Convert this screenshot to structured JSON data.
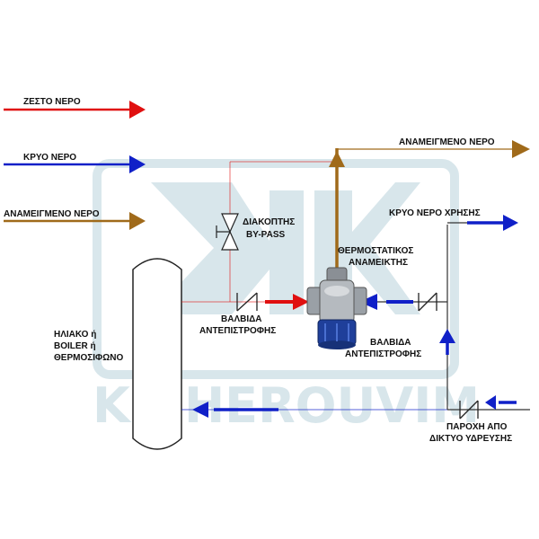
{
  "colors": {
    "hot": "#e01010",
    "cold": "#1020c8",
    "mixed": "#a06a1a",
    "pipe": "#333333",
    "watermark": "#b9d3dc"
  },
  "watermark": {
    "brand": "K.CHEROUVIM"
  },
  "legend": {
    "hot": "ΖΕΣΤΟ ΝΕΡΟ",
    "cold": "ΚΡΥΟ ΝΕΡΟ",
    "mixed": "ΑΝΑΜΕΙΓΜΕΝΟ ΝΕΡΟ"
  },
  "labels": {
    "mixed_out": "ΑΝΑΜΕΙΓΜΕΝΟ ΝΕΡΟ",
    "cold_use": "ΚΡΥΟ ΝΕΡΟ ΧΡΗΣΗΣ",
    "bypass_line1": "ΔΙΑΚΟΠΤΗΣ",
    "bypass_line2": "BY-PASS",
    "thermo_line1": "ΘΕΡΜΟΣΤΑΤΙΚΟΣ",
    "thermo_line2": "ΑΝΑΜΕΙΚΤΗΣ",
    "check_left_line1": "ΒΑΛΒΙΔΑ",
    "check_left_line2": "ΑΝΤΕΠΙΣΤΡΟΦΗΣ",
    "check_right_line1": "ΒΑΛΒΙΔΑ",
    "check_right_line2": "ΑΝΤΕΠΙΣΤΡΟΦΗΣ",
    "boiler_line1": "ΗΛΙΑΚΟ ή",
    "boiler_line2": "BOILER  ή",
    "boiler_line3": "ΘΕΡΜΟΣΙΦΩΝΟ",
    "supply_line1": "ΠΑΡΟΧΗ ΑΠΟ",
    "supply_line2": "ΔΙΚΤΥΟ ΥΔΡΕΥΣΗΣ"
  }
}
